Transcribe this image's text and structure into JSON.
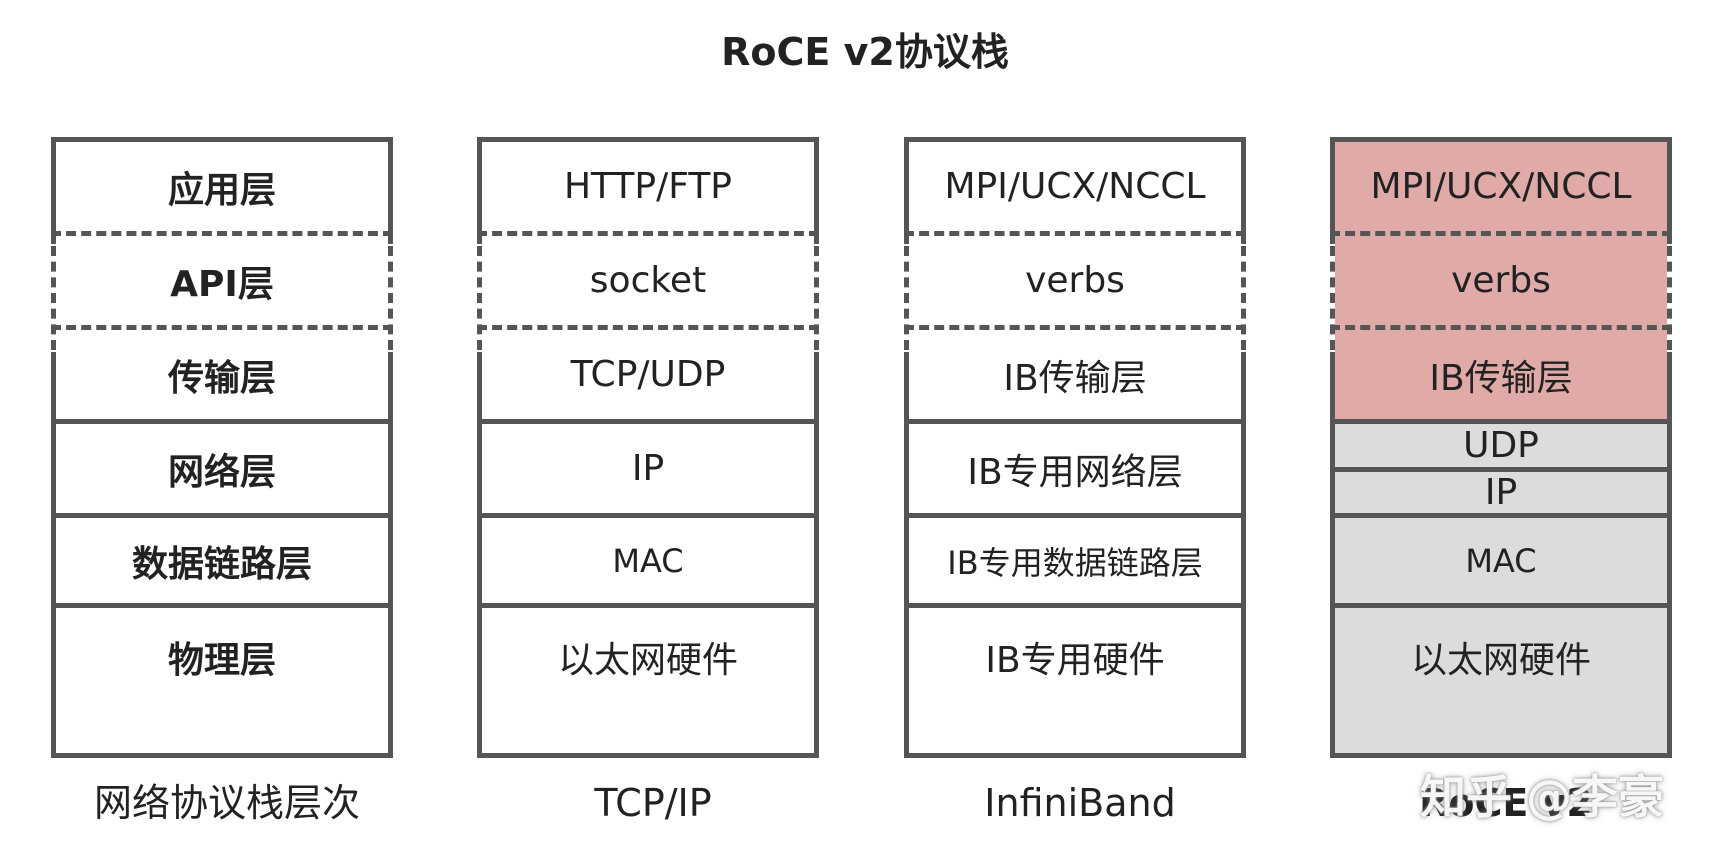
{
  "title": "RoCE v2协议栈",
  "columns": [
    {
      "label": "网络协议栈层次",
      "cells": [
        "应用层",
        "API层",
        "传输层",
        "网络层",
        "数据链路层",
        "物理层"
      ]
    },
    {
      "label": "TCP/IP",
      "cells": [
        "HTTP/FTP",
        "socket",
        "TCP/UDP",
        "IP",
        "MAC",
        "以太网硬件"
      ]
    },
    {
      "label": "InfiniBand",
      "cells": [
        "MPI/UCX/NCCL",
        "verbs",
        "IB传输层",
        "IB专用网络层",
        "IB专用数据链路层",
        "IB专用硬件"
      ]
    },
    {
      "label": "RoCE v2",
      "cells": [
        "MPI/UCX/NCCL",
        "verbs",
        "IB传输层",
        "UDP",
        "IP",
        "MAC",
        "以太网硬件"
      ]
    }
  ],
  "colors": {
    "border": "#555555",
    "roce_upper": "#e0aaa9",
    "roce_lower": "#dcdcdc"
  },
  "watermark": {
    "brand": "知乎",
    "author": "@李豪"
  }
}
